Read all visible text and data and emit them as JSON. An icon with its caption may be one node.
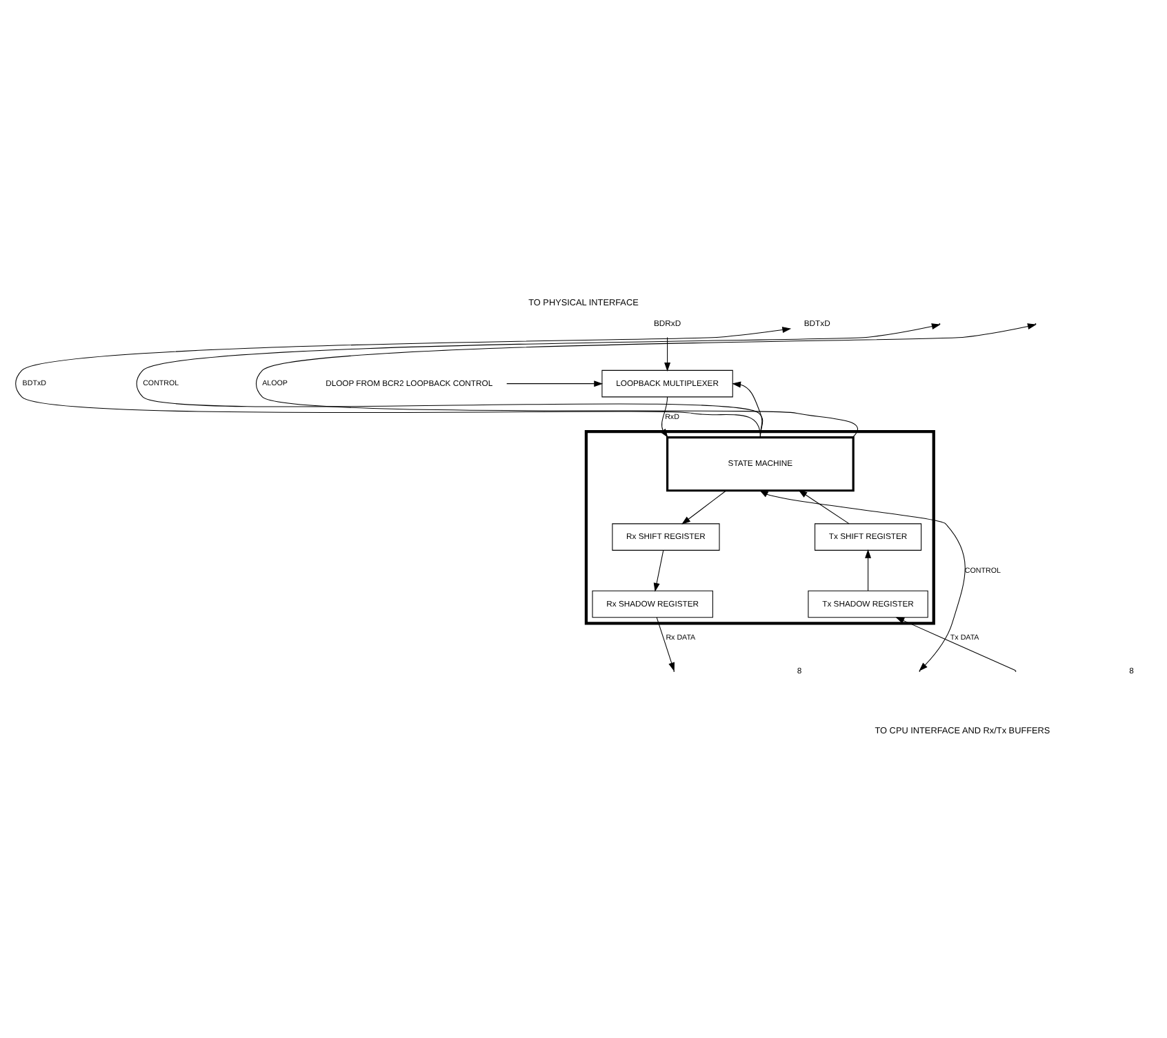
{
  "diagram": {
    "title": "TO PHYSICAL INTERFACE",
    "caption": "TO CPU INTERFACE AND Rx/Tx BUFFERS",
    "nodes": [
      {
        "text": [
          "BDRxD"
        ]
      },
      {
        "text": [
          "BDTxD"
        ]
      },
      {
        "text": [
          "DLOOP FROM BCR2 LOOPBACK CONTROL"
        ]
      },
      {
        "text": [
          "LOOPBACK MULTIPLEXER"
        ]
      },
      {
        "text": [],
        "shape": "box"
      },
      {
        "text": [
          "STATE MACHINE"
        ],
        "in": 4
      },
      {
        "text": [
          "Rx SHIFT REGISTER"
        ],
        "in": 4
      },
      {
        "text": [
          "Rx SHADOW REGISTER"
        ],
        "in": 4
      },
      {
        "text": [
          "Tx SHIFT REGISTER"
        ],
        "in": 4
      },
      {
        "text": [
          "Tx SHADOW REGISTER"
        ],
        "in": 4
      }
    ],
    "edges": [
      {
        "from": 0,
        "to": 3,
        "arrow": "to"
      },
      {
        "from": 5,
        "to": 1,
        "arrow": "to",
        "label": "BDTxD"
      },
      {
        "from": 5,
        "to": 3,
        "arrow": "to"
      },
      {
        "from": 2,
        "to": 3,
        "arrow": "to"
      },
      {
        "from": 3,
        "to": 5,
        "arrow": "to",
        "label": "RxD"
      },
      {
        "from": 5,
        "to": null,
        "arrow": "to",
        "label": "CONTROL"
      },
      {
        "from": 5,
        "to": null,
        "arrow": "to",
        "label": "ALOOP"
      },
      {
        "from": 5,
        "to": 6,
        "arrow": "to"
      },
      {
        "from": 6,
        "to": 7,
        "arrow": "to"
      },
      {
        "from": 7,
        "to": null,
        "arrow": "to",
        "label": "Rx DATA"
      },
      {
        "from": 5,
        "to": null,
        "arrow": "both",
        "label": "CONTROL"
      },
      {
        "from": null,
        "to": 9,
        "arrow": "to",
        "label": "Tx DATA"
      },
      {
        "from": 9,
        "to": 8,
        "arrow": "to"
      },
      {
        "from": 8,
        "to": 5,
        "arrow": "to"
      }
    ],
    "labels": [
      "8",
      "8"
    ]
  }
}
